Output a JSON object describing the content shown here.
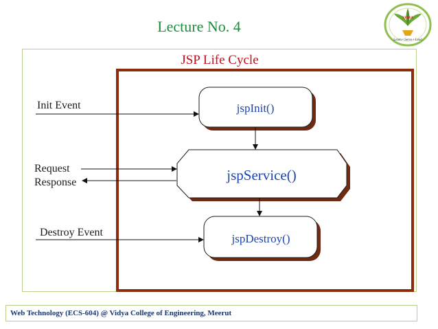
{
  "header": {
    "lecture_title": "Lecture No. 4"
  },
  "logo": {
    "brand_text": "VIDYA",
    "tagline": "Learn • Serve • Lead"
  },
  "diagram": {
    "title": "JSP Life Cycle",
    "nodes": {
      "init": "jspInit()",
      "service": "jspService()",
      "destroy": "jspDestroy()"
    },
    "inputs": {
      "init_event": "Init Event",
      "request": "Request",
      "response": "Response",
      "destroy_event": "Destroy Event"
    }
  },
  "footer": {
    "text": "Web Technology (ECS-604) @ Vidya College of Engineering, Meerut"
  },
  "colors": {
    "title_green": "#1f8a3c",
    "diagram_title_red": "#c0101c",
    "frame_brown": "#8b2c0c",
    "node_text_blue": "#1b44b0",
    "node_shadow": "#6e2a12",
    "footer_blue": "#17366b",
    "border_green": "#b8cf8c"
  }
}
